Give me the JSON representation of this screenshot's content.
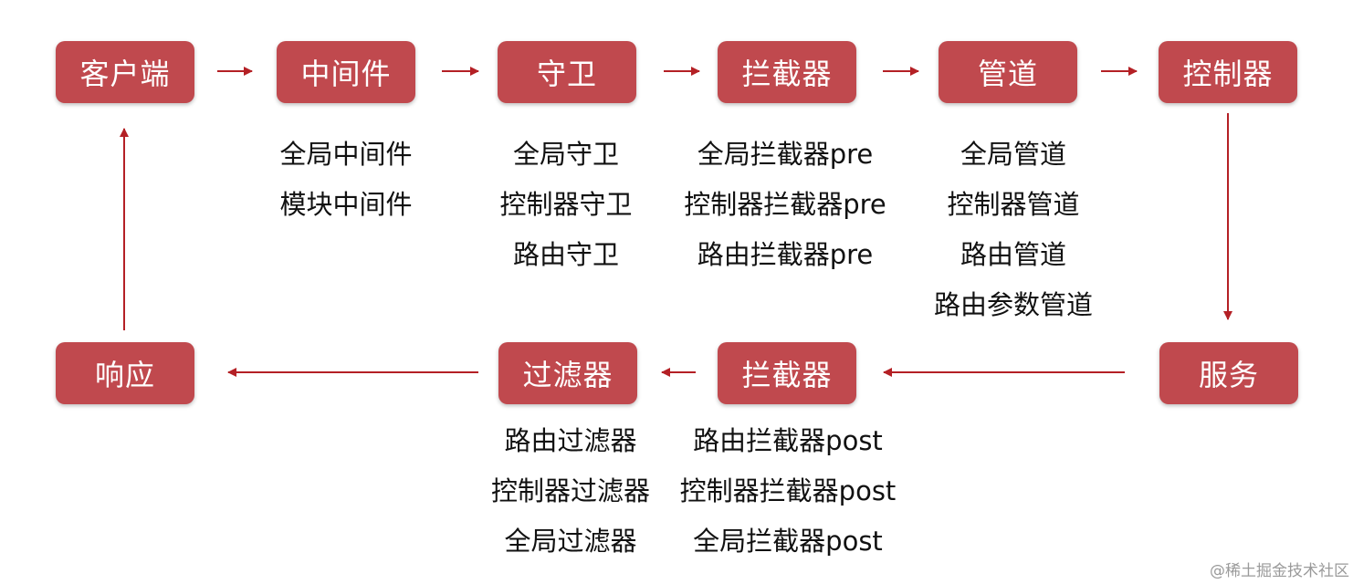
{
  "colors": {
    "node_fill": "#c0494e",
    "arrow": "#b42025"
  },
  "nodes": {
    "client": "客户端",
    "middleware": "中间件",
    "guard": "守卫",
    "interceptor_pre": "拦截器",
    "pipe": "管道",
    "controller": "控制器",
    "service": "服务",
    "interceptor_post": "拦截器",
    "filter": "过滤器",
    "response": "响应"
  },
  "details": {
    "middleware": [
      "全局中间件",
      "模块中间件"
    ],
    "guard": [
      "全局守卫",
      "控制器守卫",
      "路由守卫"
    ],
    "interceptor_pre": [
      "全局拦截器pre",
      "控制器拦截器pre",
      "路由拦截器pre"
    ],
    "pipe": [
      "全局管道",
      "控制器管道",
      "路由管道",
      "路由参数管道"
    ],
    "filter": [
      "路由过滤器",
      "控制器过滤器",
      "全局过滤器"
    ],
    "interceptor_post": [
      "路由拦截器post",
      "控制器拦截器post",
      "全局拦截器post"
    ]
  },
  "watermark": "@稀土掘金技术社区"
}
